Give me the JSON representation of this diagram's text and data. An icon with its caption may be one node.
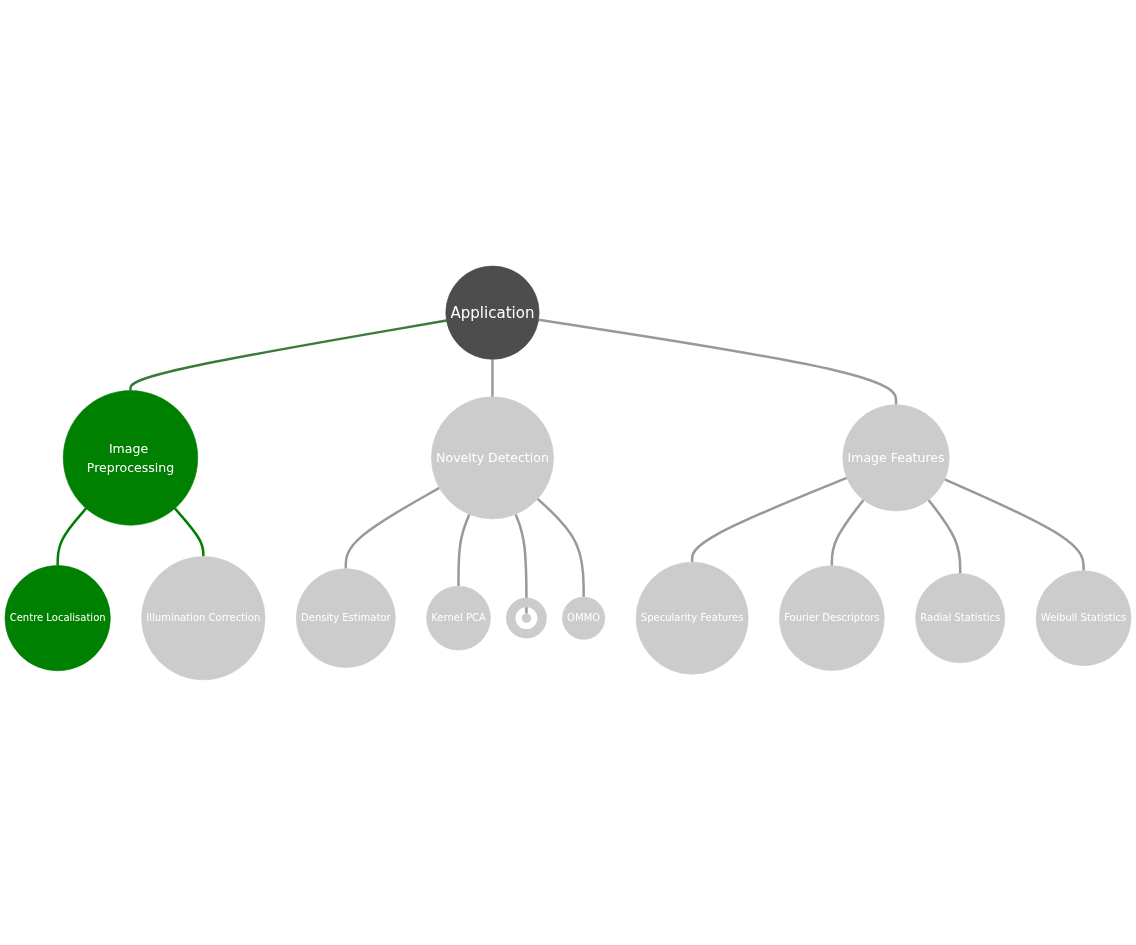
{
  "diagram": {
    "nodes": [
      {
        "text": [
          "Application"
        ]
      },
      {
        "text": [
          "Image Preprocessing"
        ]
      },
      {
        "text": [
          "Centre Localisation"
        ]
      },
      {
        "text": [
          "Illumination Correction"
        ]
      },
      {
        "text": [
          "Novelty Detection"
        ]
      },
      {
        "text": [
          "Density Estimator"
        ]
      },
      {
        "text": [
          "Kernel PCA"
        ]
      },
      {
        "text": [],
        "shape": "circle"
      },
      {
        "text": [
          "OMMO"
        ]
      },
      {
        "text": [
          "Image Features"
        ]
      },
      {
        "text": [
          "Specularity Features"
        ]
      },
      {
        "text": [
          "Fourier Descriptors"
        ]
      },
      {
        "text": [
          "Radial Statistics"
        ]
      },
      {
        "text": [
          "Weibull Statistics"
        ]
      }
    ],
    "edges": [
      {
        "from": 0,
        "to": 1,
        "arrow": "none",
        "color": "#3a7a3a"
      },
      {
        "from": 1,
        "to": 2,
        "arrow": "none",
        "color": "#008000"
      },
      {
        "from": 1,
        "to": 3,
        "arrow": "none",
        "color": "#008000"
      },
      {
        "from": 0,
        "to": 4,
        "arrow": "none"
      },
      {
        "from": 4,
        "to": 5,
        "arrow": "none"
      },
      {
        "from": 4,
        "to": 6,
        "arrow": "none"
      },
      {
        "from": 4,
        "to": 7,
        "arrow": "none"
      },
      {
        "from": 4,
        "to": 8,
        "arrow": "none"
      },
      {
        "from": 0,
        "to": 9,
        "arrow": "none"
      },
      {
        "from": 9,
        "to": 10,
        "arrow": "none"
      },
      {
        "from": 9,
        "to": 11,
        "arrow": "none"
      },
      {
        "from": 9,
        "to": 12,
        "arrow": "none"
      },
      {
        "from": 9,
        "to": 13,
        "arrow": "none"
      }
    ]
  }
}
